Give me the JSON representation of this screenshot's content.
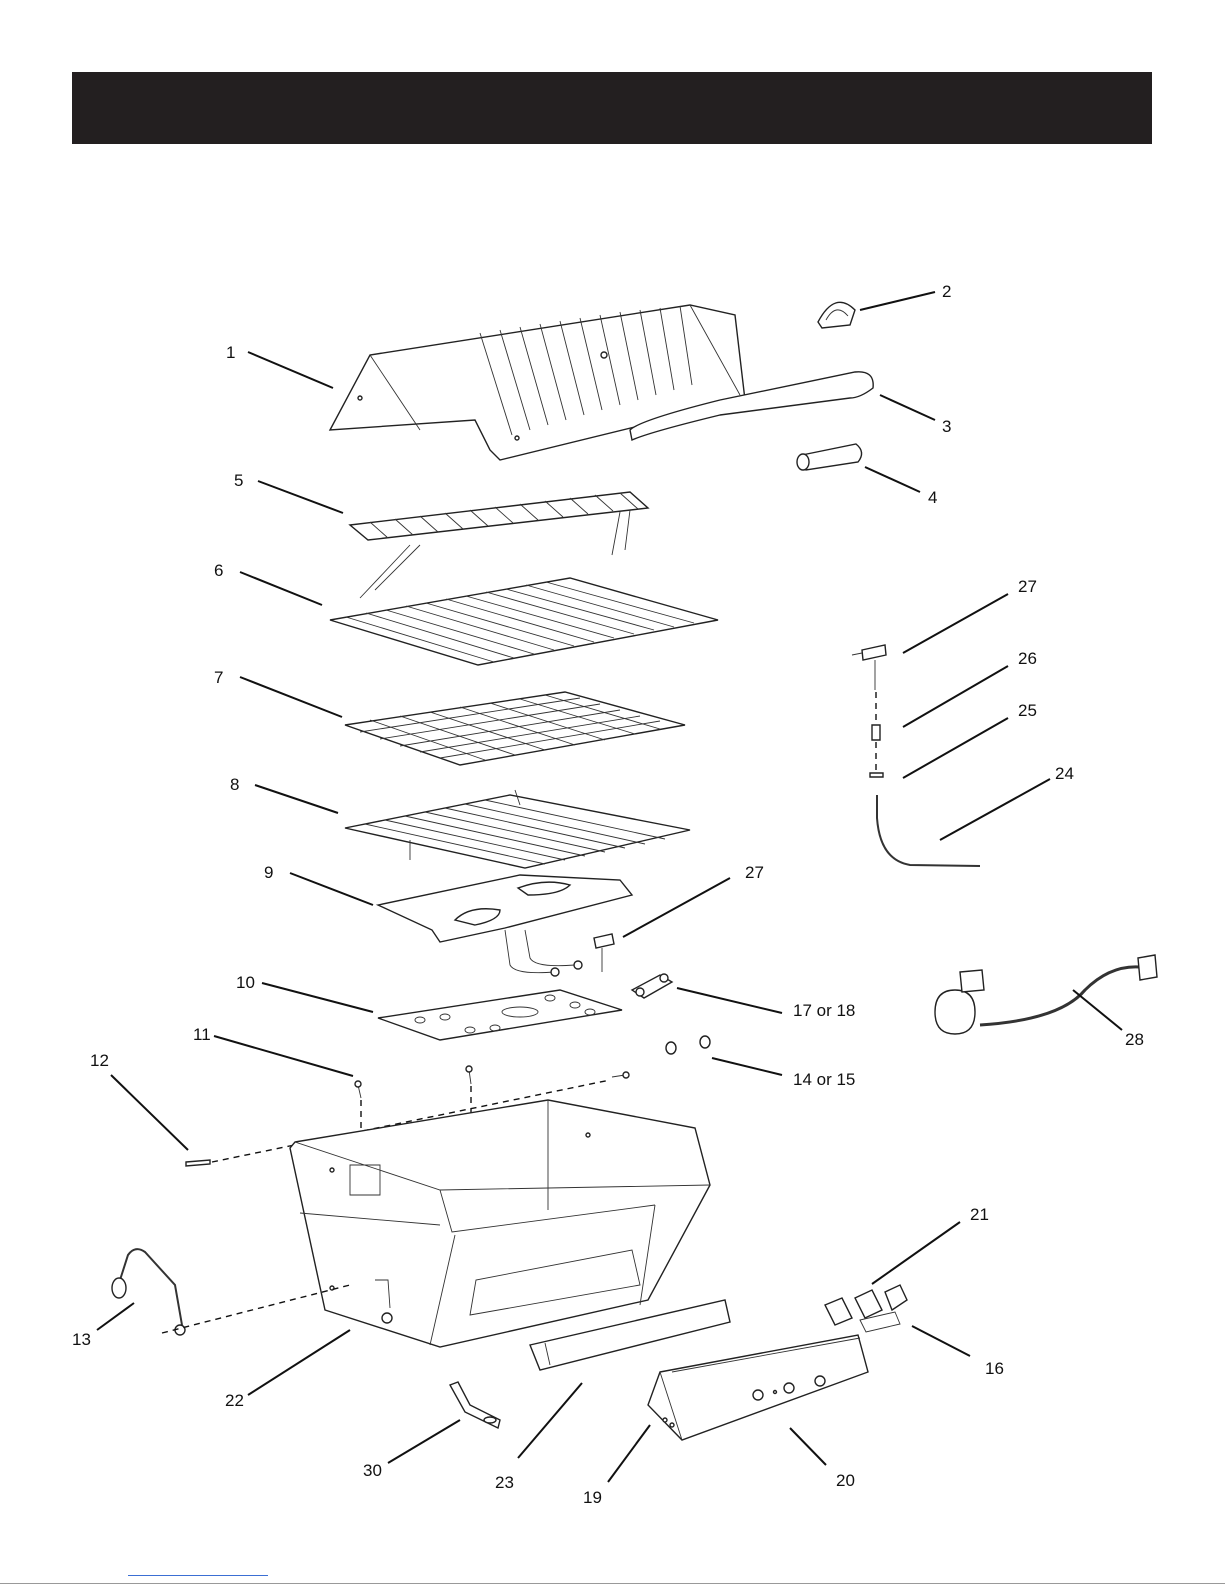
{
  "labels": {
    "p1": "1",
    "p2": "2",
    "p3": "3",
    "p4": "4",
    "p5": "5",
    "p6": "6",
    "p7": "7",
    "p8": "8",
    "p9": "9",
    "p10": "10",
    "p11": "11",
    "p12": "12",
    "p13": "13",
    "p14_15": "14 or 15",
    "p16": "16",
    "p17_18": "17 or 18",
    "p19": "19",
    "p20": "20",
    "p21": "21",
    "p22": "22",
    "p23": "23",
    "p24": "24",
    "p25": "25",
    "p26": "26",
    "p27a": "27",
    "p27b": "27",
    "p28": "28",
    "p30": "30"
  }
}
